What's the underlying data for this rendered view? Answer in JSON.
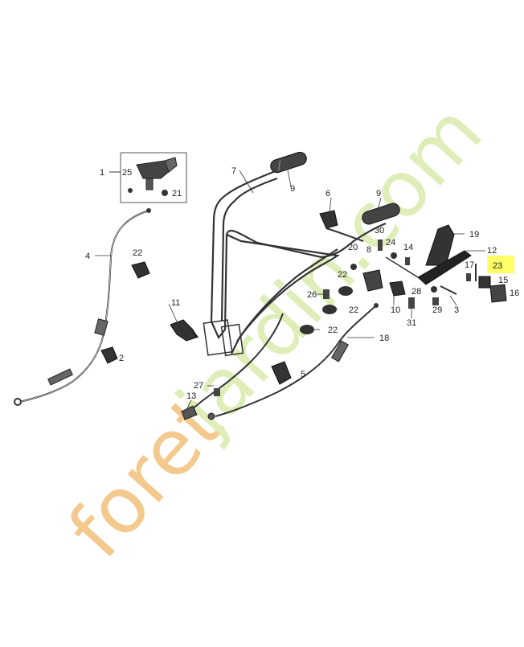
{
  "watermark": {
    "text_accent": "foret",
    "text_main": "jardin.com",
    "accent_color": "#f3c98d",
    "main_color": "#dfeeb8",
    "dot_color": "#e8ddd2"
  },
  "highlight": {
    "label": "23",
    "color": "#ffff66"
  },
  "colors": {
    "line": "#333333",
    "part_fill": "#555555",
    "part_dark": "#2a2a2a"
  },
  "labels": {
    "l1": "1",
    "l2": "2",
    "l3": "3",
    "l4": "4",
    "l5": "5",
    "l6": "6",
    "l7": "7",
    "l8": "8",
    "l9a": "9",
    "l9b": "9",
    "l10": "10",
    "l11": "11",
    "l12": "12",
    "l13": "13",
    "l14": "14",
    "l15": "15",
    "l16": "16",
    "l17": "17",
    "l18": "18",
    "l19": "19",
    "l20": "20",
    "l21": "21",
    "l22a": "22",
    "l22b": "22",
    "l22c": "22",
    "l22d": "22",
    "l24": "24",
    "l25": "25",
    "l26": "26",
    "l27": "27",
    "l28": "28",
    "l29": "29",
    "l30": "30",
    "l31": "31"
  }
}
